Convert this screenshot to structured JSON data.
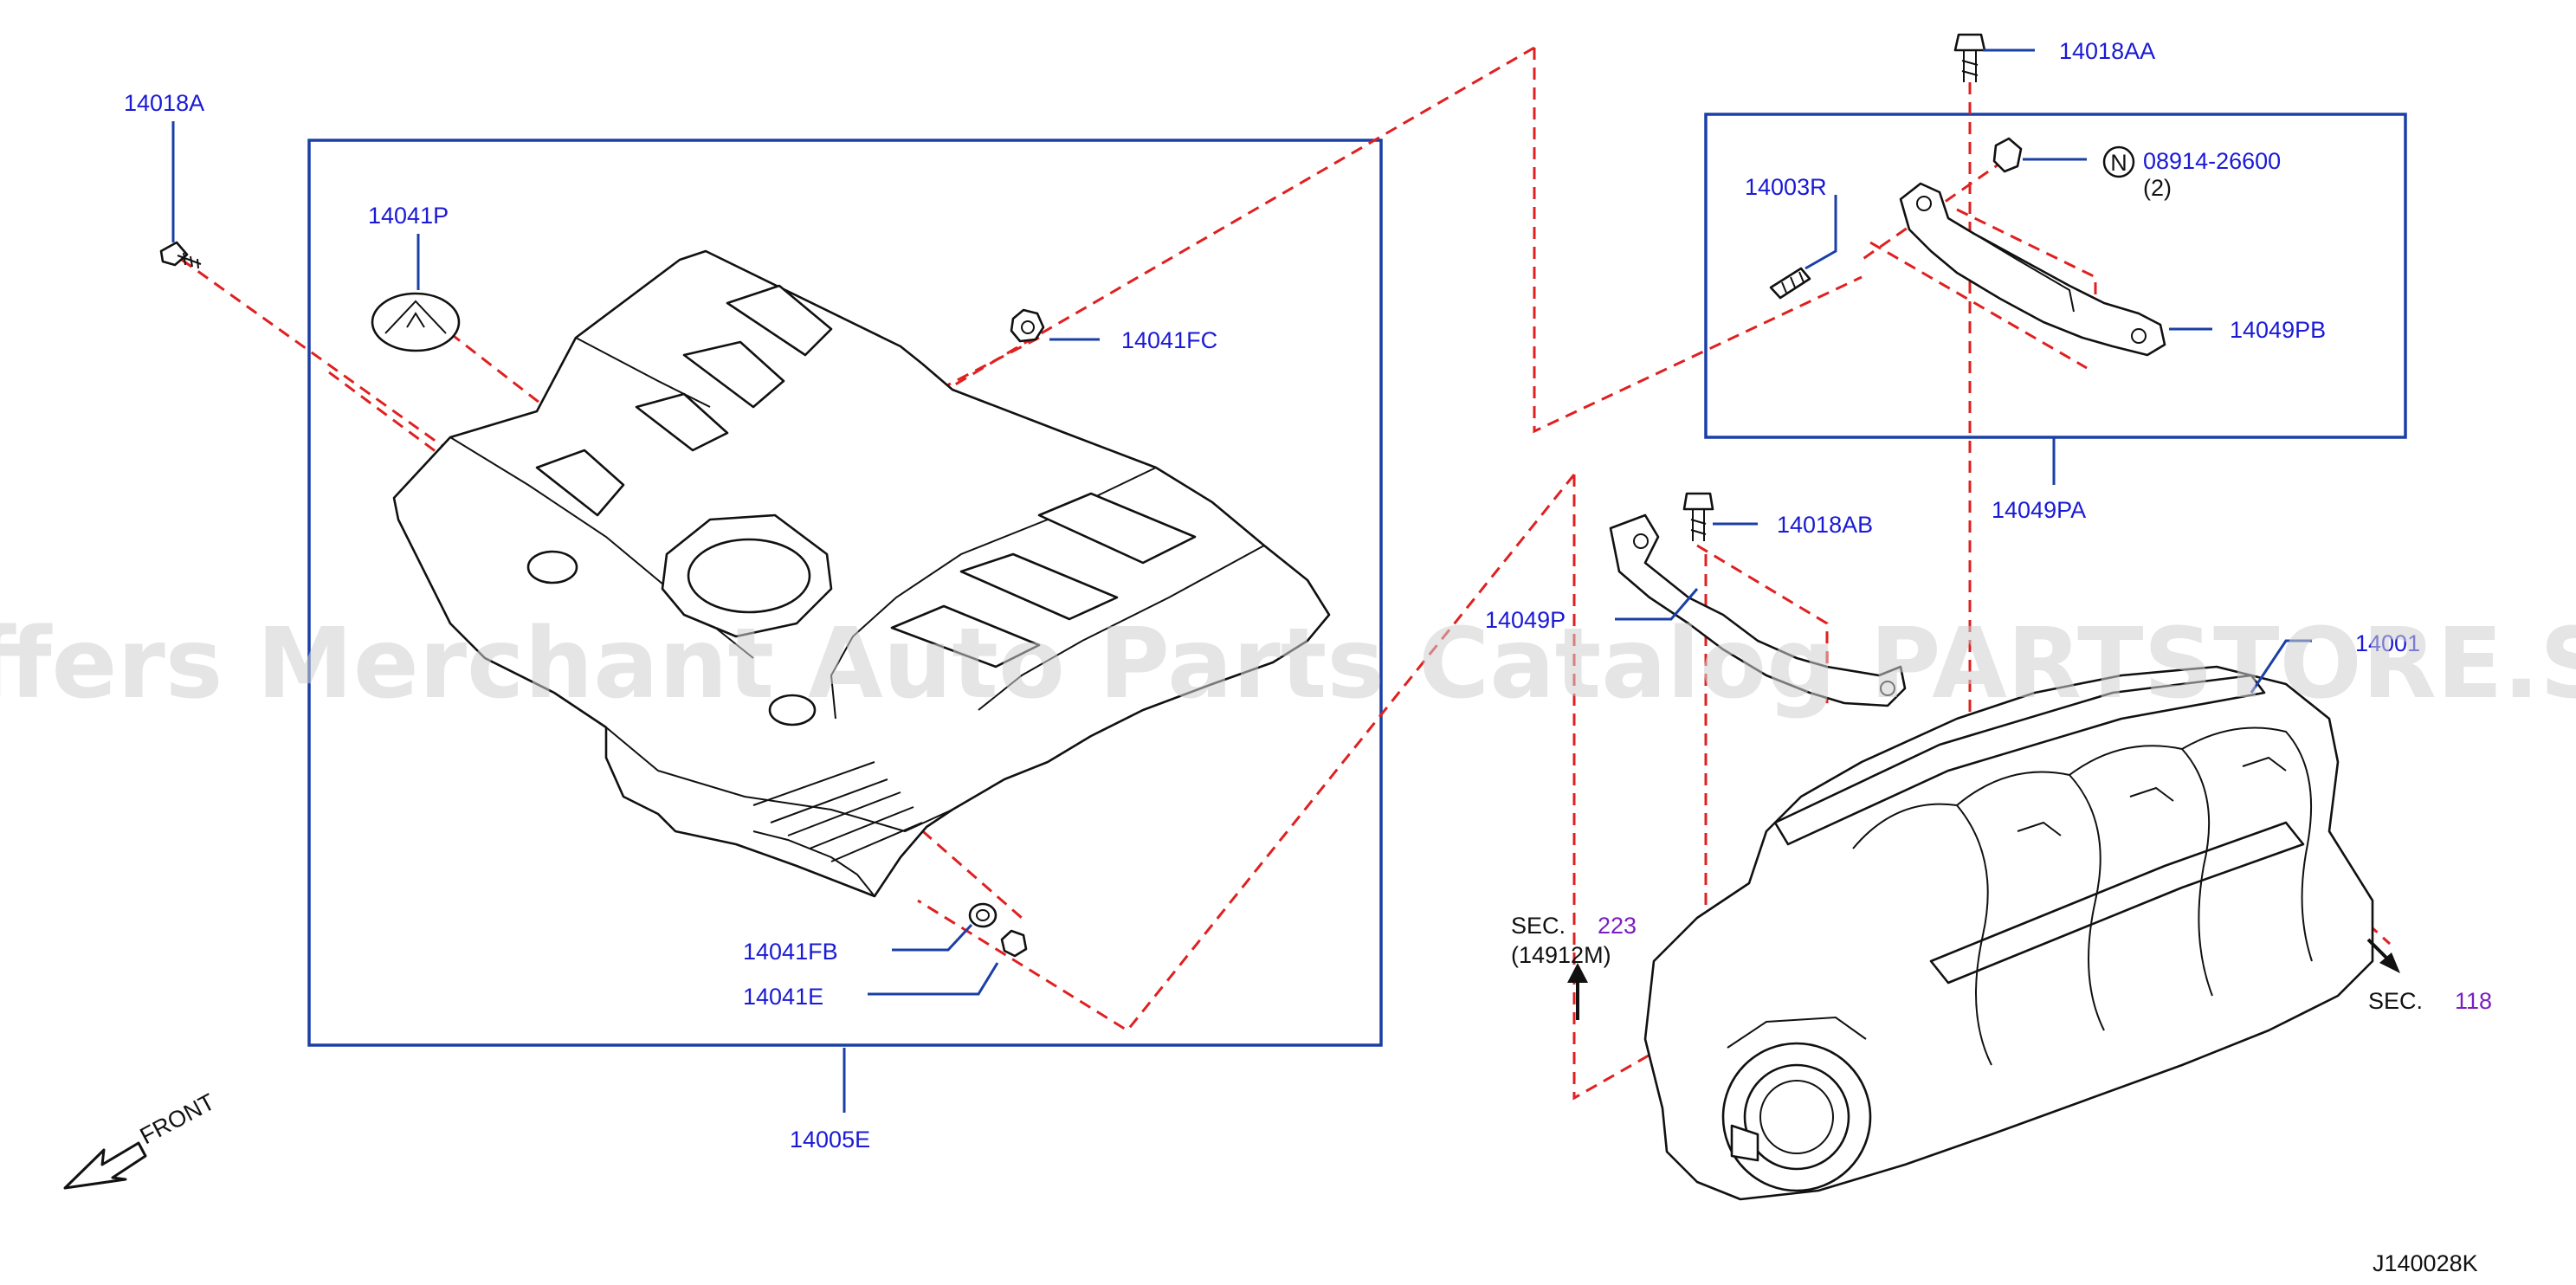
{
  "diagram_id": "J140028K",
  "watermark": "Offers Merchant Auto Parts Catalog PARTSTORE.SA",
  "front_label": "FRONT",
  "callouts": {
    "c14018A": "14018A",
    "c14041P": "14041P",
    "c14041FC": "14041FC",
    "c14041FB": "14041FB",
    "c14041E": "14041E",
    "c14005E": "14005E",
    "c14018AA": "14018AA",
    "c08914": "08914-26600",
    "c08914_qty": "(2)",
    "c08914_badge": "N",
    "c14003R": "14003R",
    "c14049PB": "14049PB",
    "c14049PA": "14049PA",
    "c14018AB": "14018AB",
    "c14049P": "14049P",
    "c14001": "14001",
    "sec223_prefix": "SEC.",
    "sec223_num": "223",
    "sec223_sub": "(14912M)",
    "sec118_prefix": "SEC.",
    "sec118_num": "118"
  },
  "colors": {
    "callout_text": "#1a1ad6",
    "leader": "#1a3fa6",
    "dashed_guide": "#e02020",
    "section_ref": "#7a1fbf"
  }
}
